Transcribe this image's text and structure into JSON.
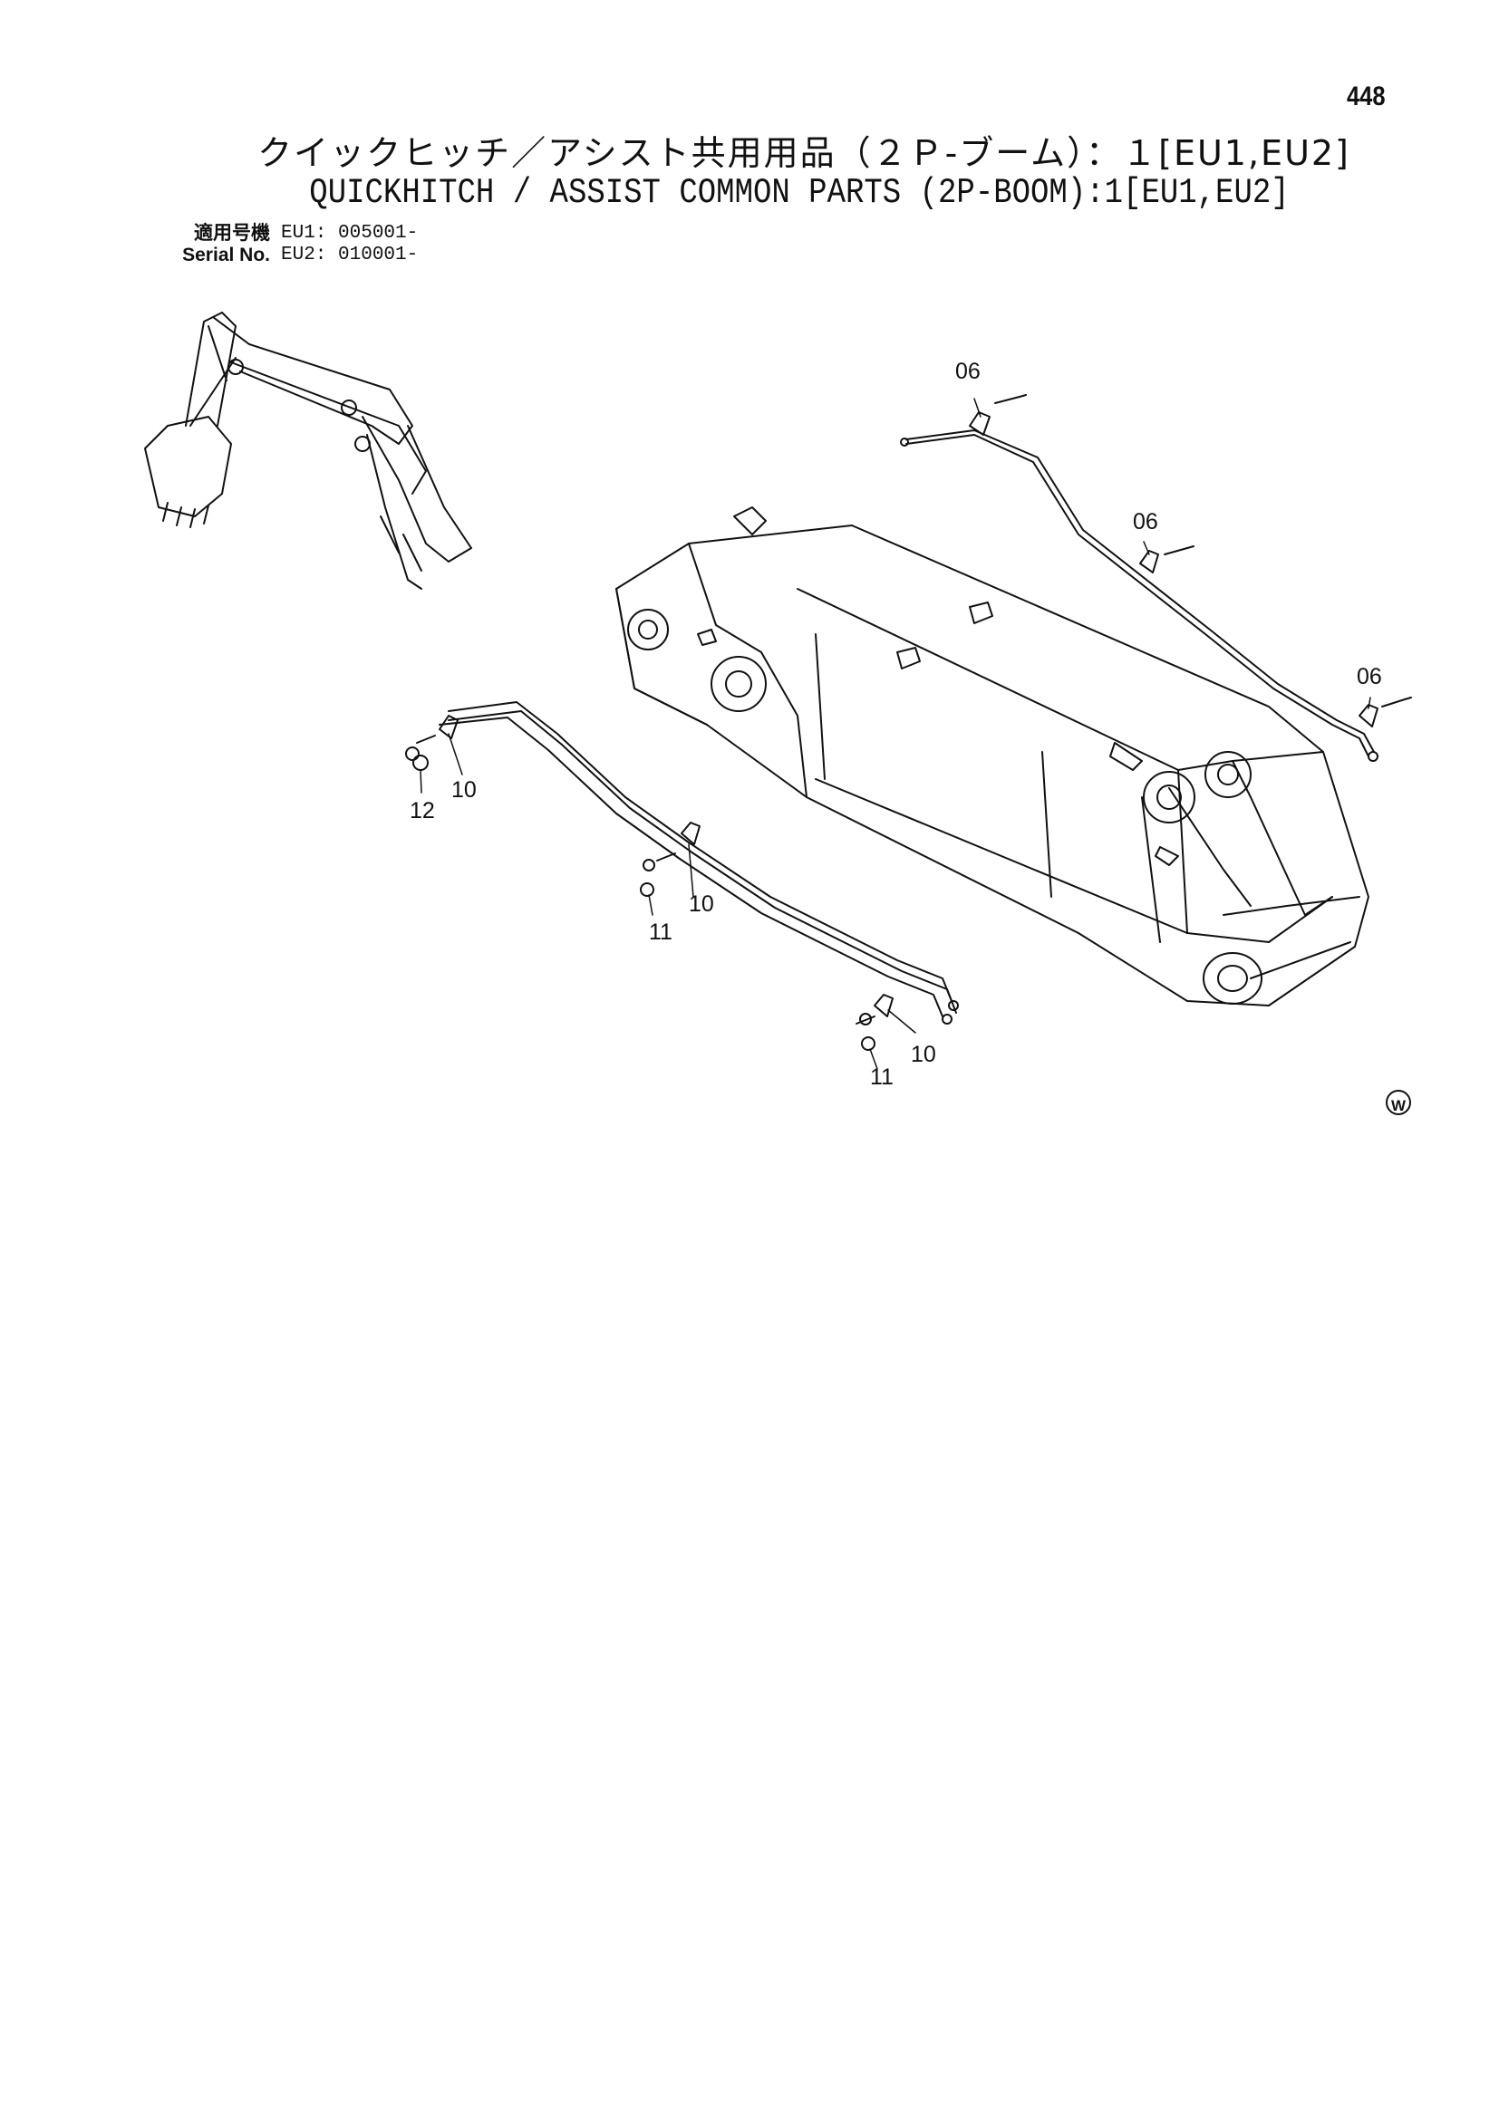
{
  "page": {
    "number": "448",
    "title_jp": "クイックヒッチ／アシスト共用用品（２Ｐ-ブーム）：１[EU1,EU2]",
    "title_en": "QUICKHITCH / ASSIST COMMON PARTS (2P-BOOM):1[EU1,EU2]"
  },
  "serial": {
    "rows": [
      {
        "label": "適用号機",
        "value": "EU1: 005001-"
      },
      {
        "label": "Serial No.",
        "value": "EU2: 010001-"
      }
    ]
  },
  "callouts": {
    "c06a": "06",
    "c06b": "06",
    "c06c": "06",
    "c10a": "10",
    "c12": "12",
    "c10b": "10",
    "c11a": "11",
    "c10c": "10",
    "c11b": "11"
  },
  "marks": {
    "w_symbol": "W"
  }
}
